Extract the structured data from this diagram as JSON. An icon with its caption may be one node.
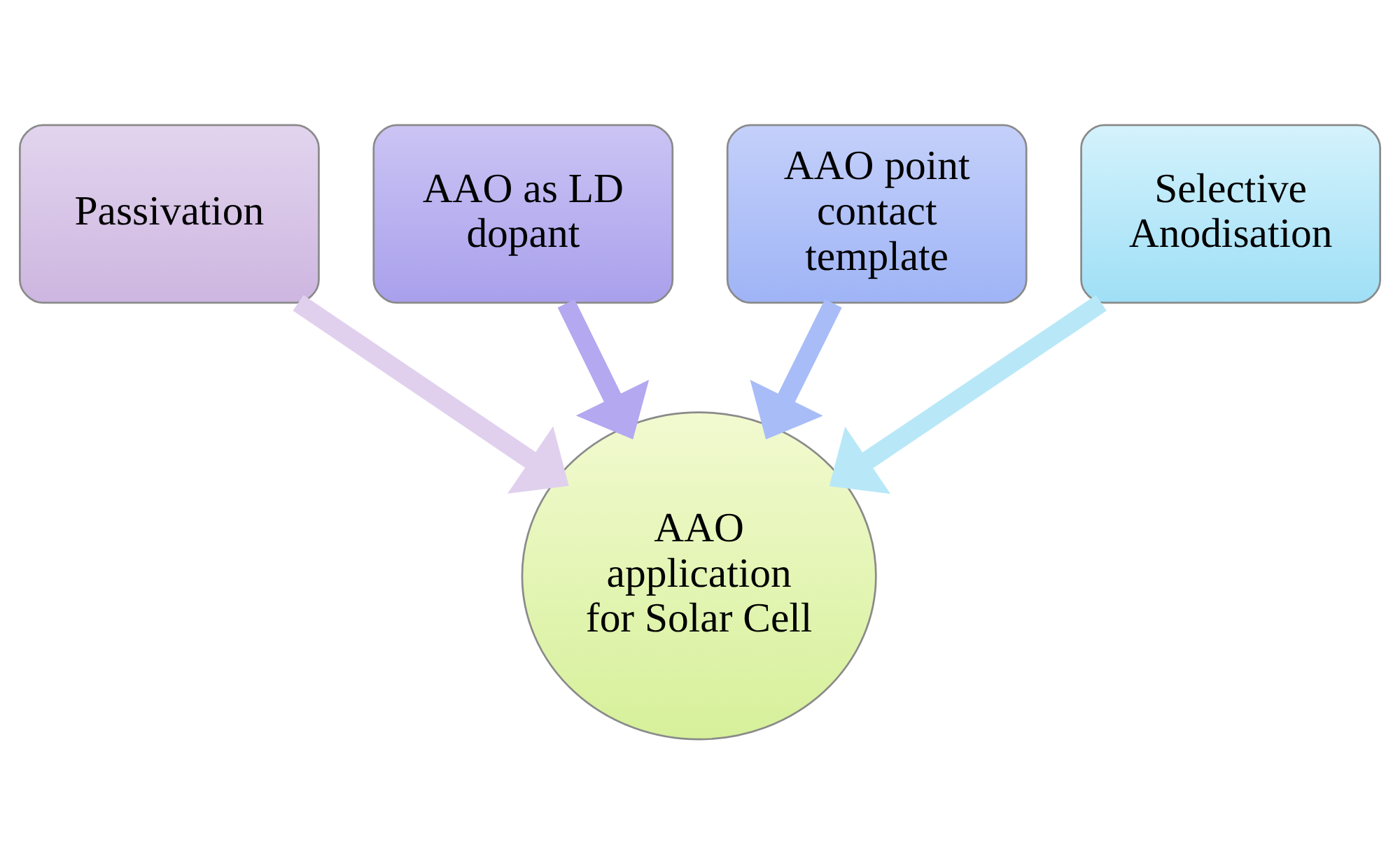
{
  "diagram": {
    "nodes": [
      {
        "text": [
          "Passivation"
        ]
      },
      {
        "text": [
          "AAO as LD dopant"
        ]
      },
      {
        "text": [
          "AAO point contact template"
        ]
      },
      {
        "text": [
          "Selective Anodisation"
        ]
      },
      {
        "text": [
          "AAO application for Solar Cell"
        ]
      }
    ],
    "edges": [
      {
        "from": 0,
        "to": 4,
        "arrow": "to",
        "color": "#e0d0ee"
      },
      {
        "from": 1,
        "to": 4,
        "arrow": "to",
        "color": "#b4a8f0"
      },
      {
        "from": 2,
        "to": 4,
        "arrow": "to",
        "color": "#a8bcf8"
      },
      {
        "from": 3,
        "to": 4,
        "arrow": "to",
        "color": "#b8e8f8"
      }
    ]
  }
}
